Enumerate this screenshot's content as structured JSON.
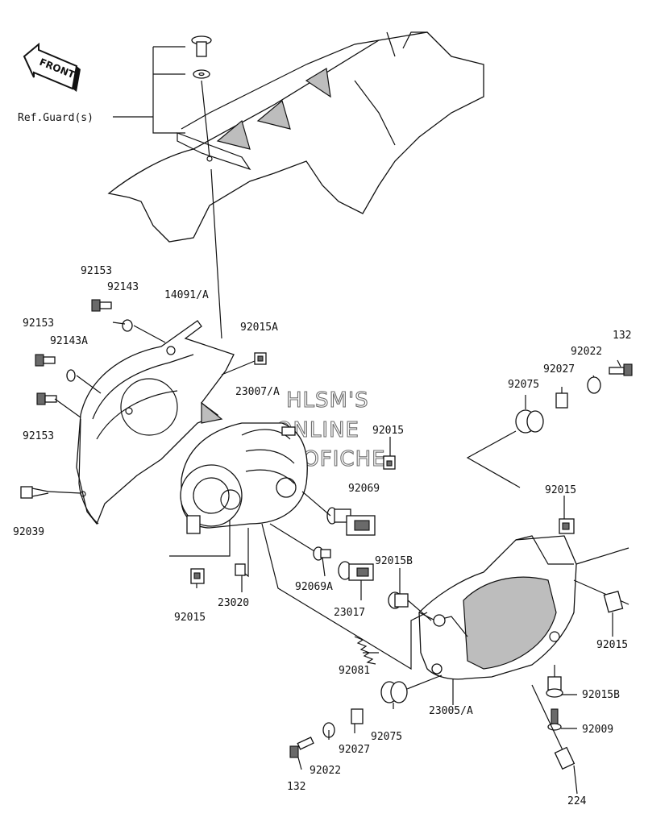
{
  "front_badge": "FRONT",
  "ref_label": "Ref.Guard(s)",
  "watermark": [
    "HLSM'S",
    "ONLINE",
    "MICROFICHE"
  ],
  "labels": {
    "l92153a": "92153",
    "l92143": "92143",
    "l14091a": "14091/A",
    "l92153b": "92153",
    "l92143a": "92143A",
    "l92015a": "92015A",
    "l132a": "132",
    "l92022a": "92022",
    "l92027a": "92027",
    "l92075a": "92075",
    "l23007a": "23007/A",
    "l92015_top": "92015",
    "l92153c": "92153",
    "l92069": "92069",
    "l92015_right1": "92015",
    "l92039": "92039",
    "l92015b_mid": "92015B",
    "l92069a": "92069A",
    "l92015_left": "92015",
    "l23020": "23020",
    "l23017": "23017",
    "l92015_right2": "92015",
    "l92081": "92081",
    "l23005a": "23005/A",
    "l92015b_low": "92015B",
    "l92009": "92009",
    "l92075b": "92075",
    "l92027b": "92027",
    "l92022b": "92022",
    "l132b": "132",
    "l224": "224"
  }
}
